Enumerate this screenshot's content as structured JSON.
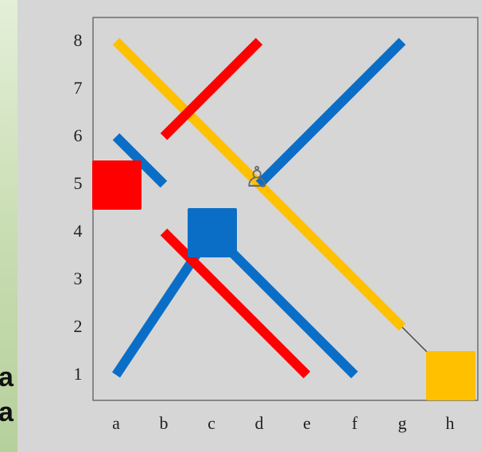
{
  "board": {
    "files": [
      "a",
      "b",
      "c",
      "d",
      "e",
      "f",
      "g",
      "h"
    ],
    "ranks": [
      "8",
      "7",
      "6",
      "5",
      "4",
      "3",
      "2",
      "1"
    ],
    "piece_glyph": "♙"
  },
  "left_strip": {
    "fragments": [
      "a",
      "a"
    ]
  },
  "colors": {
    "red": "#ff0000",
    "blue": "#0a6ec7",
    "yellow": "#ffc000",
    "board": "#d6d6d6"
  },
  "lines": [
    {
      "name": "yellow-diagonal-a8-g2",
      "color": "yellow",
      "from": [
        "a",
        8
      ],
      "to": [
        "g",
        2
      ]
    },
    {
      "name": "red-diagonal-b6-d8",
      "color": "red",
      "from": [
        "b",
        6
      ],
      "to": [
        "d",
        8
      ]
    },
    {
      "name": "blue-diagonal-a6-b5",
      "color": "blue",
      "from": [
        "a",
        6
      ],
      "to": [
        "b",
        5
      ]
    },
    {
      "name": "blue-diagonal-a1-c4",
      "color": "blue",
      "from": [
        "a",
        1
      ],
      "to": [
        "c",
        4
      ]
    },
    {
      "name": "red-diagonal-b4-e1",
      "color": "red",
      "from": [
        "b",
        4
      ],
      "to": [
        "e",
        1
      ]
    },
    {
      "name": "blue-diagonal-c4-f1",
      "color": "blue",
      "from": [
        "c",
        4
      ],
      "to": [
        "f",
        1
      ]
    },
    {
      "name": "blue-diagonal-d5-g8",
      "color": "blue",
      "from": [
        "d",
        5
      ],
      "to": [
        "g",
        8
      ]
    }
  ],
  "squares": [
    {
      "name": "red-square-a5",
      "color": "red",
      "at": [
        "a",
        5
      ]
    },
    {
      "name": "blue-square-c4",
      "color": "blue",
      "at": [
        "c",
        4
      ]
    },
    {
      "name": "yellow-square-h1",
      "color": "yellow",
      "at": [
        "h",
        1
      ]
    }
  ]
}
